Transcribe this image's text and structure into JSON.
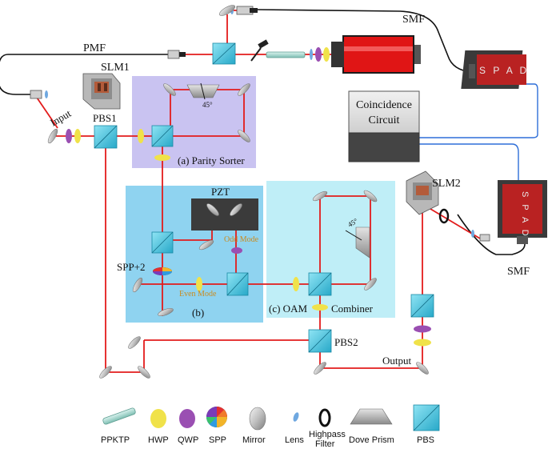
{
  "labels": {
    "smf_top": "SMF",
    "pmf": "PMF",
    "slm1": "SLM1",
    "input": "Input",
    "pbs1": "PBS1",
    "parity_sorter": "(a)  Parity Sorter",
    "angle_a": "45°",
    "coincidence_line1": "Coincidence",
    "coincidence_line2": "Circuit",
    "spad_top": "S P A D",
    "spad_right": "S P A D",
    "slm2": "SLM2",
    "smf_right": "SMF",
    "pzt": "PZT",
    "odd_mode": "Odd Mode",
    "even_mode": "Even Mode",
    "spp2": "SPP+2",
    "section_b": "(b)",
    "angle_c": "45°",
    "oam_combiner_a": "(c)  OAM",
    "oam_combiner_b": "Combiner",
    "pbs2": "PBS2",
    "output": "Output"
  },
  "legend": [
    {
      "name": "PPKTP"
    },
    {
      "name": "HWP"
    },
    {
      "name": "QWP"
    },
    {
      "name": "SPP"
    },
    {
      "name": "Mirror"
    },
    {
      "name": "Lens"
    },
    {
      "name": "Highpass Filter",
      "line1": "Highpass",
      "line2": "Filter"
    },
    {
      "name": "Dove Prism"
    },
    {
      "name": "PBS"
    }
  ],
  "colors": {
    "beam": "#e31b1b",
    "fiber": "#111111",
    "wire": "#2f6fd8",
    "parity_box": "#c9c3f1",
    "b_box": "#8fd3f0",
    "c_box": "#bfeef7",
    "pbs_cube": "#4fc9e6",
    "hwp": "#f0e24a",
    "qwp": "#9a4fb2",
    "laser_red": "#e01515"
  }
}
